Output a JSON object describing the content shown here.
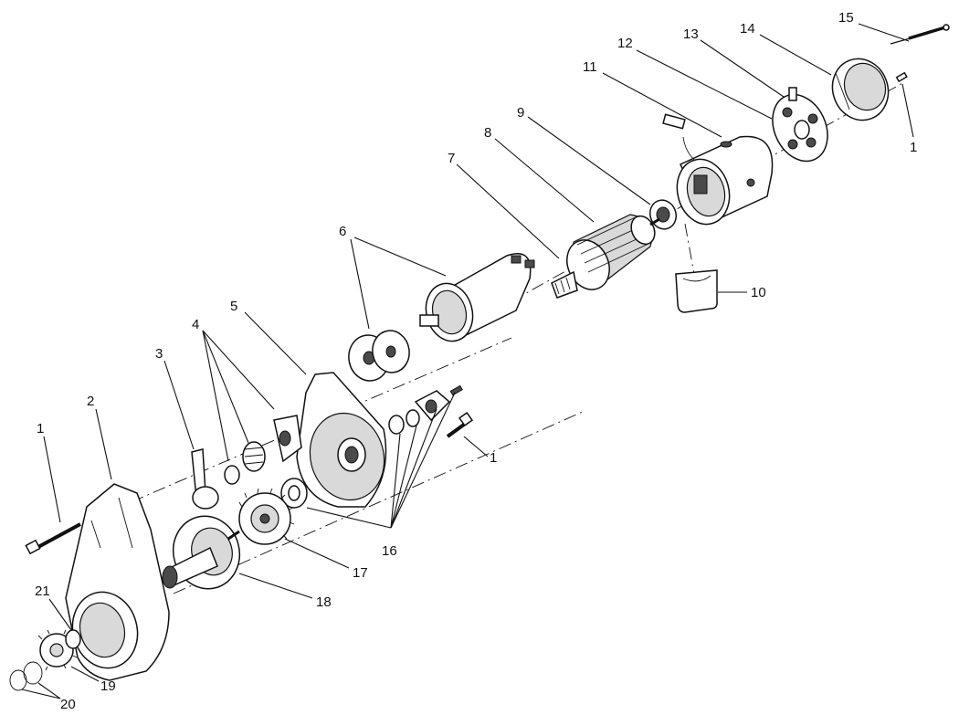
{
  "diagram": {
    "callouts": {
      "c1_top": "1",
      "c1_left": "1",
      "c1_mid": "1",
      "c2": "2",
      "c3": "3",
      "c4": "4",
      "c5": "5",
      "c6": "6",
      "c7": "7",
      "c8": "8",
      "c9": "9",
      "c10": "10",
      "c11": "11",
      "c12": "12",
      "c13": "13",
      "c14": "14",
      "c15": "15",
      "c16": "16",
      "c17": "17",
      "c18": "18",
      "c19": "19",
      "c20": "20",
      "c21": "21"
    }
  }
}
